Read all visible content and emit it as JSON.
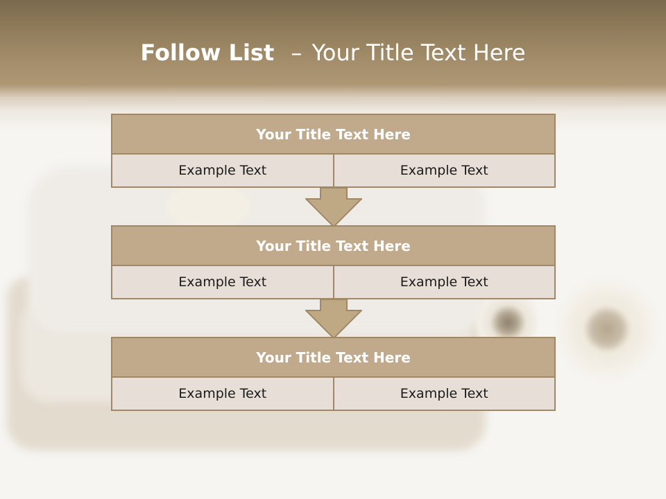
{
  "slide": {
    "title_bold": "Follow List",
    "title_separator": "–",
    "title_rest": "Your Title Text Here"
  },
  "flow": [
    {
      "title": "Your Title Text Here",
      "cells": [
        "Example Text",
        "Example Text"
      ]
    },
    {
      "title": "Your Title Text Here",
      "cells": [
        "Example Text",
        "Example Text"
      ]
    },
    {
      "title": "Your Title Text Here",
      "cells": [
        "Example Text",
        "Example Text"
      ]
    }
  ],
  "colors": {
    "header_band": "#a48e6b",
    "box_title_fill": "#c0aa8b",
    "box_cell_fill": "#e6ded7",
    "box_border": "#a08866",
    "arrow_fill": "#bfa985"
  },
  "icons": {
    "connector": "down-arrow-icon"
  }
}
